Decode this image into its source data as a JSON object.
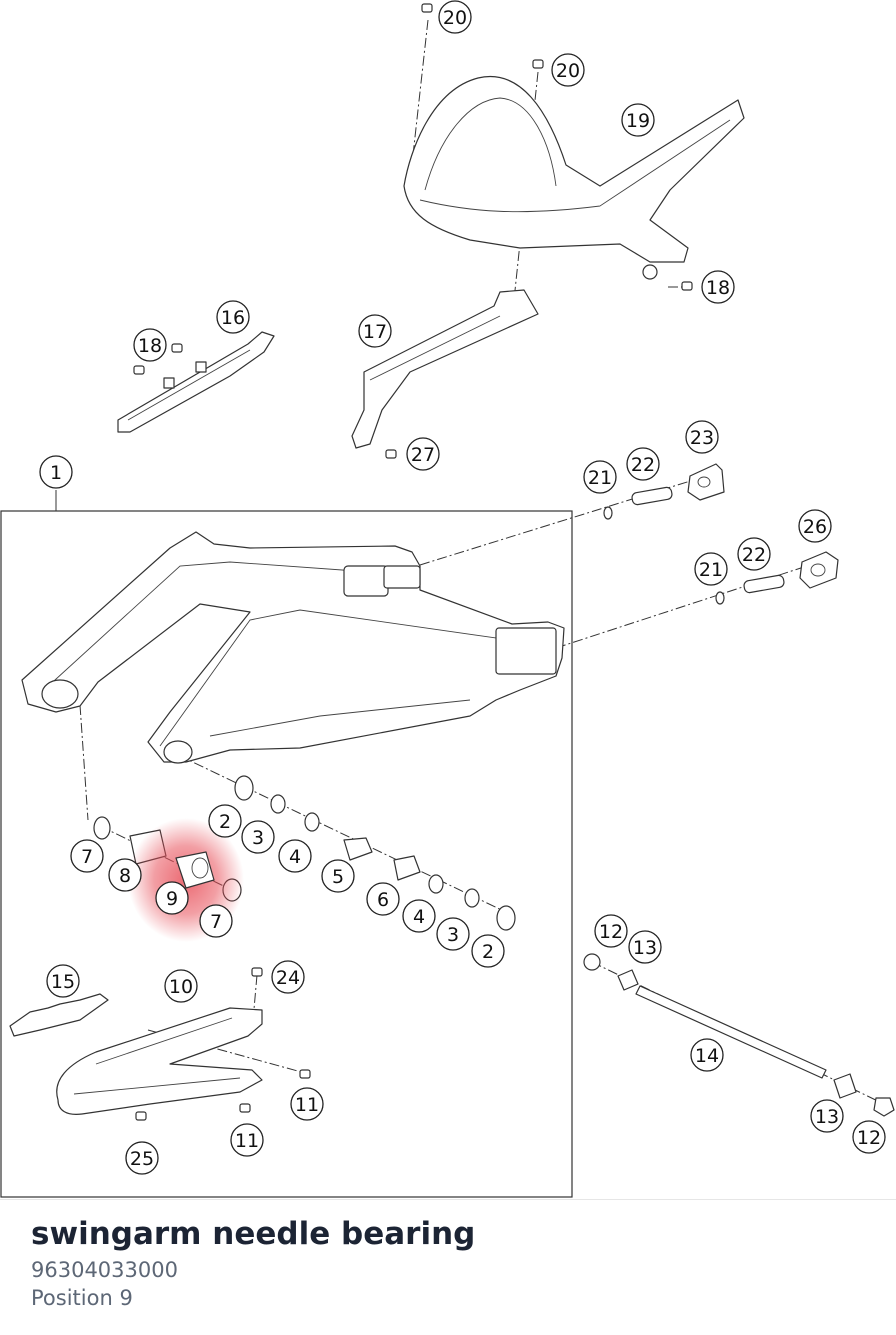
{
  "part": {
    "name": "swingarm needle bearing",
    "number": "96304033000",
    "position": "Position 9"
  },
  "colors": {
    "highlight": "#e8505a",
    "heading": "#1c2434",
    "subtext": "#5d6776"
  },
  "callouts": [
    {
      "id": "20a",
      "label": "20"
    },
    {
      "id": "20b",
      "label": "20"
    },
    {
      "id": "19",
      "label": "19"
    },
    {
      "id": "18a",
      "label": "18"
    },
    {
      "id": "16",
      "label": "16"
    },
    {
      "id": "18b",
      "label": "18"
    },
    {
      "id": "17",
      "label": "17"
    },
    {
      "id": "27",
      "label": "27"
    },
    {
      "id": "1",
      "label": "1"
    },
    {
      "id": "23",
      "label": "23"
    },
    {
      "id": "21a",
      "label": "21"
    },
    {
      "id": "22a",
      "label": "22"
    },
    {
      "id": "26",
      "label": "26"
    },
    {
      "id": "21b",
      "label": "21"
    },
    {
      "id": "22b",
      "label": "22"
    },
    {
      "id": "2a",
      "label": "2"
    },
    {
      "id": "3a",
      "label": "3"
    },
    {
      "id": "4a",
      "label": "4"
    },
    {
      "id": "7a",
      "label": "7"
    },
    {
      "id": "8",
      "label": "8"
    },
    {
      "id": "9",
      "label": "9"
    },
    {
      "id": "5",
      "label": "5"
    },
    {
      "id": "6",
      "label": "6"
    },
    {
      "id": "7b",
      "label": "7"
    },
    {
      "id": "4b",
      "label": "4"
    },
    {
      "id": "3b",
      "label": "3"
    },
    {
      "id": "2b",
      "label": "2"
    },
    {
      "id": "12a",
      "label": "12"
    },
    {
      "id": "13a",
      "label": "13"
    },
    {
      "id": "15",
      "label": "15"
    },
    {
      "id": "10",
      "label": "10"
    },
    {
      "id": "24",
      "label": "24"
    },
    {
      "id": "14",
      "label": "14"
    },
    {
      "id": "11a",
      "label": "11"
    },
    {
      "id": "11b",
      "label": "11"
    },
    {
      "id": "25",
      "label": "25"
    },
    {
      "id": "13b",
      "label": "13"
    },
    {
      "id": "12b",
      "label": "12"
    }
  ]
}
